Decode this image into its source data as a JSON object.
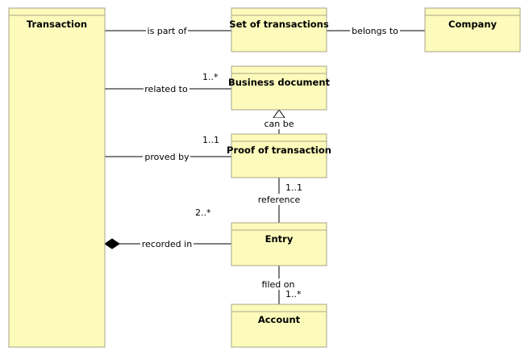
{
  "classes": {
    "transaction": "Transaction",
    "set_of_transactions": "Set of transactions",
    "company": "Company",
    "business_document": "Business document",
    "proof_of_transaction": "Proof of transaction",
    "entry": "Entry",
    "account": "Account"
  },
  "associations": {
    "is_part_of": "is part of",
    "belongs_to": "belongs to",
    "related_to": "related to",
    "can_be": "can be",
    "proved_by": "proved by",
    "reference": "reference",
    "recorded_in": "recorded in",
    "filed_on": "filed on"
  },
  "multiplicities": {
    "related_to_target": "1..*",
    "proved_by_target": "1..1",
    "reference_source": "1..1",
    "recorded_in_target": "2..*",
    "filed_on_target": "1..*"
  },
  "colors": {
    "class_fill": "#fdfbbb",
    "class_border": "#a8a48a",
    "line": "#000000"
  }
}
